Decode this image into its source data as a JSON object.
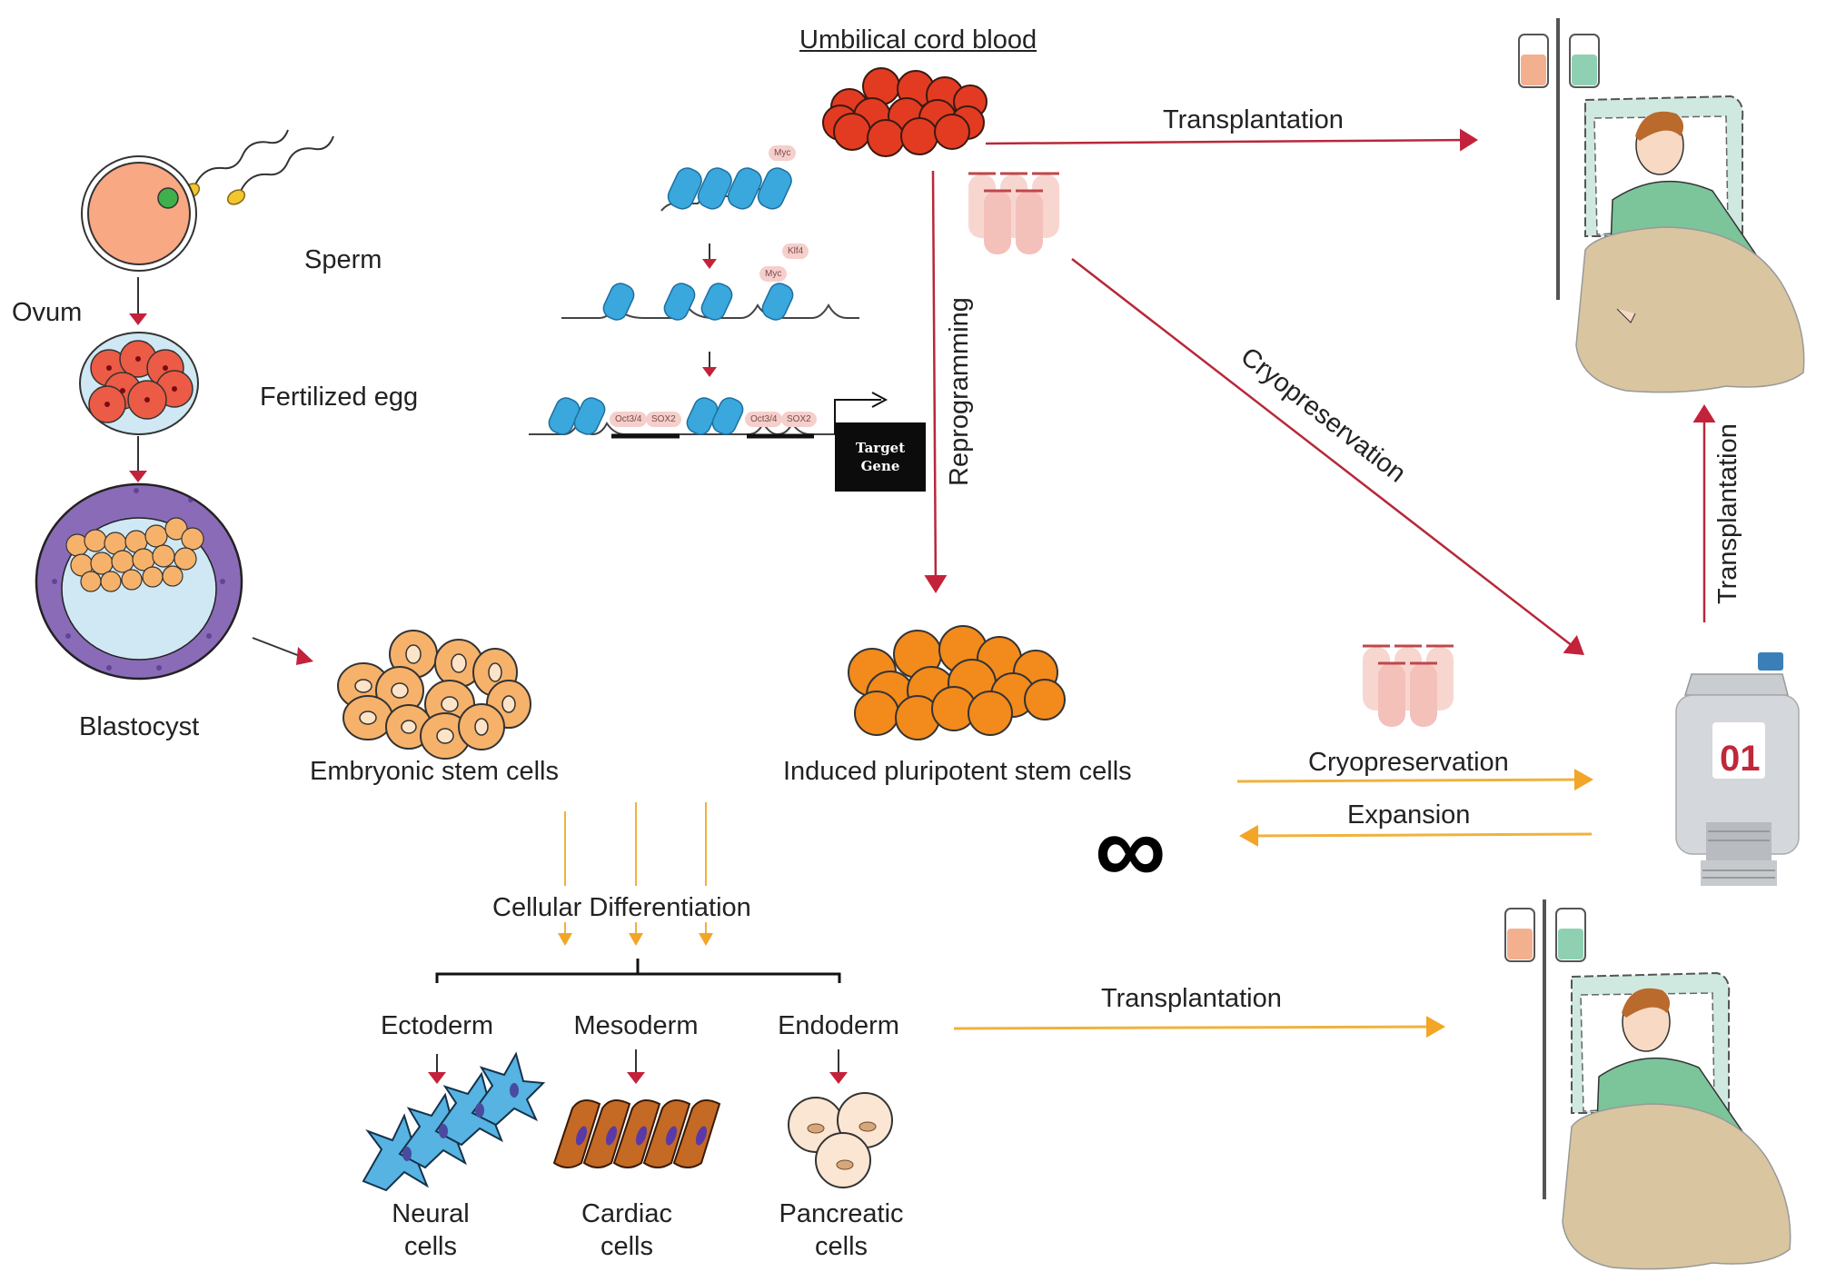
{
  "diagram": {
    "title_source": "Umbilical cord blood",
    "embryo_path": {
      "sperm": "Sperm",
      "ovum": "Ovum",
      "fertilized_egg": "Fertilized egg",
      "blastocyst": "Blastocyst",
      "embryonic_stem_cells": "Embryonic stem cells"
    },
    "reprogramming": {
      "factors": [
        "Myc",
        "Klf4",
        "Myc",
        "Oct3/4",
        "SOX2",
        "Oct3/4",
        "SOX2"
      ],
      "target_gene": "Target Gene",
      "arrow_label": "Reprogramming",
      "result": "Induced pluripotent stem cells"
    },
    "differentiation": {
      "label": "Cellular Differentiation",
      "germ_layers": [
        {
          "layer": "Ectoderm",
          "cell": "Neural cells",
          "cell_line1": "Neural",
          "cell_line2": "cells"
        },
        {
          "layer": "Mesoderm",
          "cell": "Cardiac cells",
          "cell_line1": "Cardiac",
          "cell_line2": "cells"
        },
        {
          "layer": "Endoderm",
          "cell": "Pancreatic cells",
          "cell_line1": "Pancreatic",
          "cell_line2": "cells"
        }
      ]
    },
    "arrows": {
      "cord_transplant": "Transplantation",
      "cord_cryo": "Cryopreservation",
      "ipsc_cryo": "Cryopreservation",
      "expansion": "Expansion",
      "tank_transplant": "Transplantation",
      "diff_transplant": "Transplantation"
    },
    "storage_tank": {
      "label": "01"
    },
    "infinity_symbol": "∞",
    "colors": {
      "red_arrow": "#b7283a",
      "orange_arrow": "#f0b23c",
      "cord_blood": "#e23b22",
      "ipsc": "#f28a1c",
      "esc": "#f6b26b",
      "histone": "#3aa7dd",
      "patient_shirt": "#7cc49a",
      "blanket": "#d9c6a0"
    }
  }
}
